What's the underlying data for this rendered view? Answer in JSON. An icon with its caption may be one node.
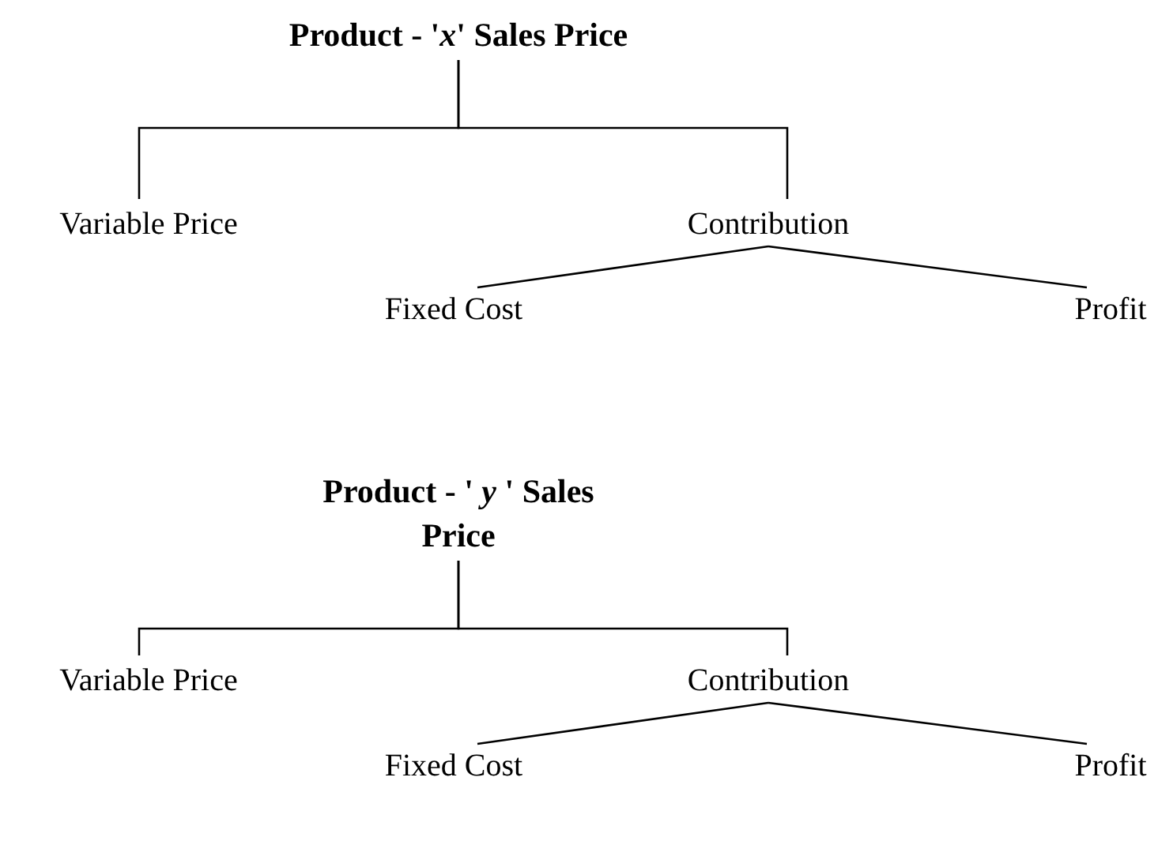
{
  "diagram": {
    "nodes": [
      {
        "text": [
          "Product - '*x*' Sales Price"
        ]
      },
      {
        "text": [
          "Variable Price"
        ]
      },
      {
        "text": [
          "Contribution"
        ]
      },
      {
        "text": [
          "Fixed Cost"
        ]
      },
      {
        "text": [
          "Profit"
        ]
      },
      {
        "text": [
          "Product - ' *y* ' Sales Price"
        ]
      },
      {
        "text": [
          "Variable Price"
        ]
      },
      {
        "text": [
          "Contribution"
        ]
      },
      {
        "text": [
          "Fixed Cost"
        ]
      },
      {
        "text": [
          "Profit"
        ]
      }
    ],
    "edges": [
      {
        "from": 0,
        "to": 1,
        "arrow": "none"
      },
      {
        "from": 0,
        "to": 2,
        "arrow": "none"
      },
      {
        "from": 2,
        "to": 3,
        "arrow": "none"
      },
      {
        "from": 2,
        "to": 4,
        "arrow": "none"
      },
      {
        "from": 5,
        "to": 6,
        "arrow": "none"
      },
      {
        "from": 5,
        "to": 7,
        "arrow": "none"
      },
      {
        "from": 7,
        "to": 8,
        "arrow": "none"
      },
      {
        "from": 7,
        "to": 9,
        "arrow": "none"
      }
    ]
  }
}
